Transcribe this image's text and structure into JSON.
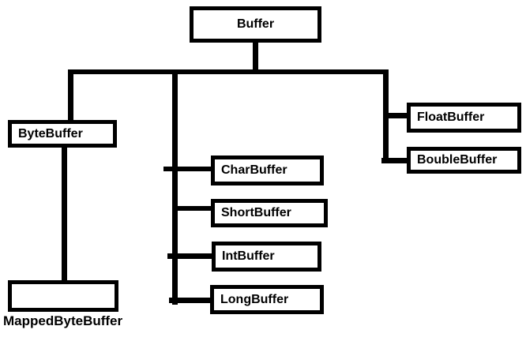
{
  "diagram": {
    "type": "class-hierarchy",
    "colors": {
      "background": "#ffffff",
      "line": "#000000",
      "text": "#000000"
    },
    "nodes": {
      "buffer": "Buffer",
      "byte_buffer": "ByteBuffer",
      "mapped_byte_buffer": "MappedByteBuffer",
      "mapped_byte_buffer_box_text": "",
      "char_buffer": "CharBuffer",
      "short_buffer": "ShortBuffer",
      "int_buffer": "IntBuffer",
      "long_buffer": "LongBuffer",
      "float_buffer": "FloatBuffer",
      "bouble_buffer": "BoubleBuffer"
    },
    "edges": [
      {
        "from": "Buffer",
        "to": "ByteBuffer"
      },
      {
        "from": "Buffer",
        "to": "CharBuffer"
      },
      {
        "from": "Buffer",
        "to": "ShortBuffer"
      },
      {
        "from": "Buffer",
        "to": "IntBuffer"
      },
      {
        "from": "Buffer",
        "to": "LongBuffer"
      },
      {
        "from": "Buffer",
        "to": "FloatBuffer"
      },
      {
        "from": "Buffer",
        "to": "BoubleBuffer"
      },
      {
        "from": "ByteBuffer",
        "to": "MappedByteBuffer"
      }
    ]
  }
}
